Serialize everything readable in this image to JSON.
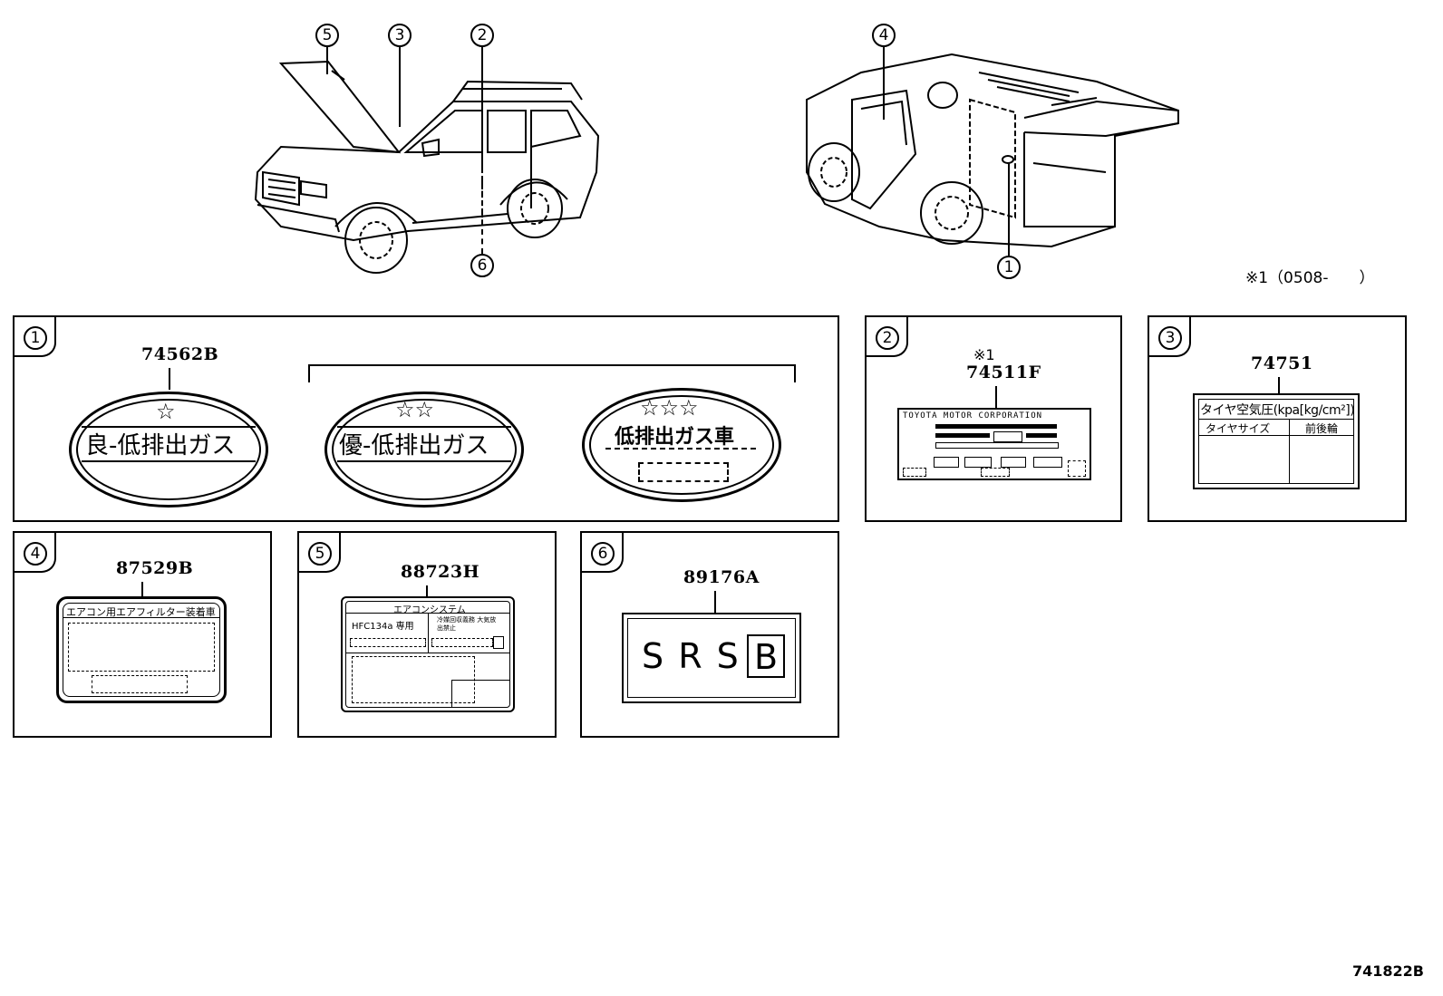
{
  "callouts": {
    "c5": "5",
    "c3": "3",
    "c2": "2",
    "c6": "6",
    "c4": "4",
    "c1": "1"
  },
  "note": "※1（0508-　　）",
  "panels": {
    "p1": {
      "num": "1",
      "part": "74562B",
      "label_a_stars": "☆",
      "label_a_text": "良-低排出ガス",
      "label_b_stars": "☆☆",
      "label_b_text": "優-低排出ガス",
      "label_c_stars": "☆☆☆",
      "label_c_text": "低排出ガス車"
    },
    "p2": {
      "num": "2",
      "ref": "※1",
      "part": "74511F",
      "maker": "TOYOTA MOTOR CORPORATION"
    },
    "p3": {
      "num": "3",
      "part": "74751",
      "title": "タイヤ空気圧(kpa[kg/cm²])",
      "col1": "タイヤサイズ",
      "col2": "前後輪"
    },
    "p4": {
      "num": "4",
      "part": "87529B",
      "title": "エアコン用エアフィルター装着車"
    },
    "p5": {
      "num": "5",
      "part": "88723H",
      "title": "エアコンシステム",
      "refrigerant": "HFC134a 専用",
      "warning": "冷媒回収義務 大気放出禁止"
    },
    "p6": {
      "num": "6",
      "part": "89176A",
      "srs": "S R S",
      "badge": "B"
    }
  },
  "diagram_id": "741822B"
}
